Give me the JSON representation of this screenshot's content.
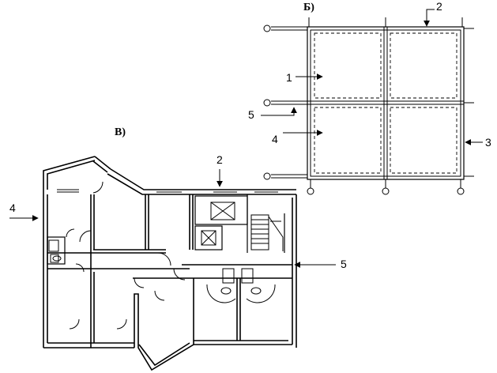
{
  "plan_b": {
    "title": "Б)",
    "callouts": [
      {
        "id": "2",
        "text": "2"
      },
      {
        "id": "1",
        "text": "1"
      },
      {
        "id": "5",
        "text": "5"
      },
      {
        "id": "4",
        "text": "4"
      },
      {
        "id": "3",
        "text": "3"
      }
    ]
  },
  "plan_v": {
    "title": "В)",
    "callouts": [
      {
        "id": "2",
        "text": "2"
      },
      {
        "id": "4",
        "text": "4"
      },
      {
        "id": "5",
        "text": "5"
      }
    ]
  },
  "colors": {
    "ink": "#000000",
    "paper": "#ffffff"
  }
}
